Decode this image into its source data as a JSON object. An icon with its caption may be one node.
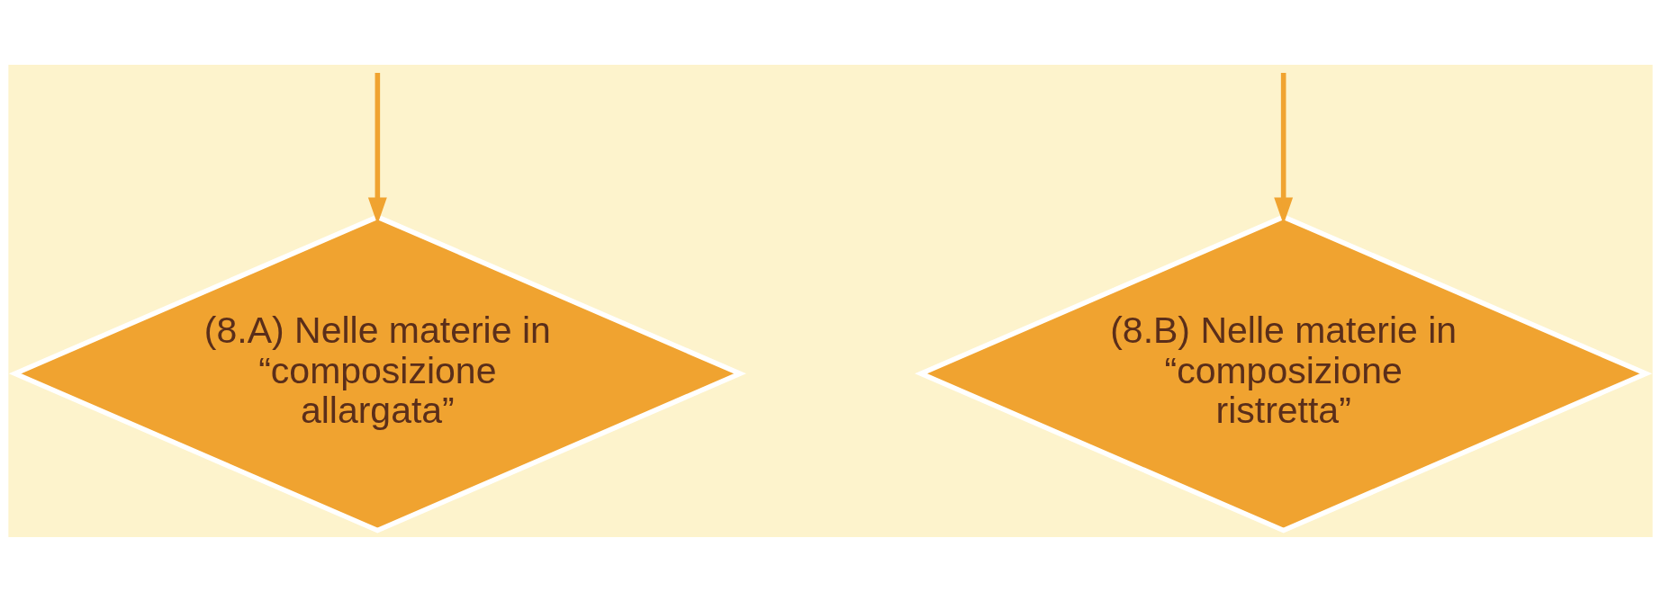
{
  "diagram": {
    "nodes": [
      {
        "text": [
          "(8.A) Nelle materie in “composizione allargata”"
        ]
      },
      {
        "text": [
          "(8.B) Nelle materie in “composizione ristretta”"
        ]
      }
    ],
    "edges": [
      {
        "from": null,
        "to": 0,
        "arrow": "to"
      },
      {
        "from": null,
        "to": 1,
        "arrow": "to"
      }
    ]
  }
}
